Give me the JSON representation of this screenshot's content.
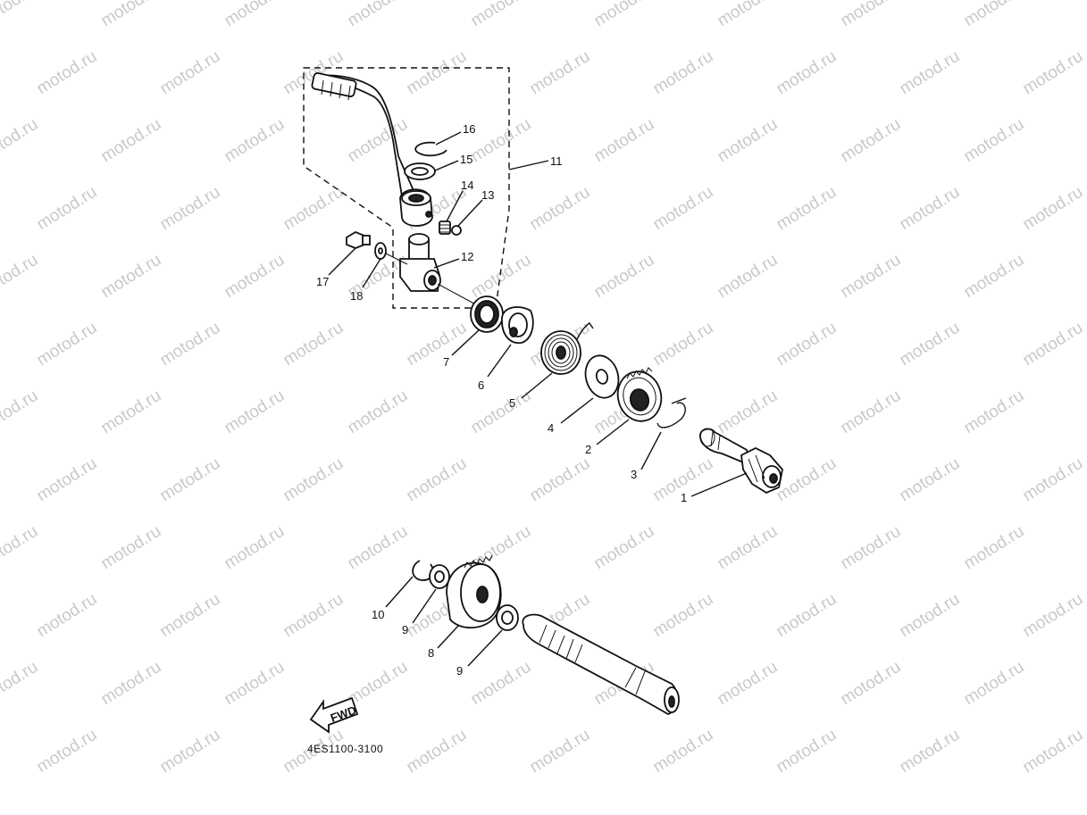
{
  "watermark": {
    "text": "motod.ru",
    "color": "#c9c9c9"
  },
  "diagram": {
    "code": "4ES1100-3100",
    "fwd": "FWD",
    "callouts": [
      {
        "id": "16",
        "label": "16"
      },
      {
        "id": "15",
        "label": "15"
      },
      {
        "id": "11",
        "label": "11"
      },
      {
        "id": "14",
        "label": "14"
      },
      {
        "id": "13",
        "label": "13"
      },
      {
        "id": "12",
        "label": "12"
      },
      {
        "id": "17",
        "label": "17"
      },
      {
        "id": "18",
        "label": "18"
      },
      {
        "id": "7",
        "label": "7"
      },
      {
        "id": "6",
        "label": "6"
      },
      {
        "id": "5",
        "label": "5"
      },
      {
        "id": "4",
        "label": "4"
      },
      {
        "id": "2",
        "label": "2"
      },
      {
        "id": "3",
        "label": "3"
      },
      {
        "id": "1",
        "label": "1"
      },
      {
        "id": "10",
        "label": "10"
      },
      {
        "id": "9a",
        "label": "9"
      },
      {
        "id": "8",
        "label": "8"
      },
      {
        "id": "9b",
        "label": "9"
      }
    ]
  }
}
